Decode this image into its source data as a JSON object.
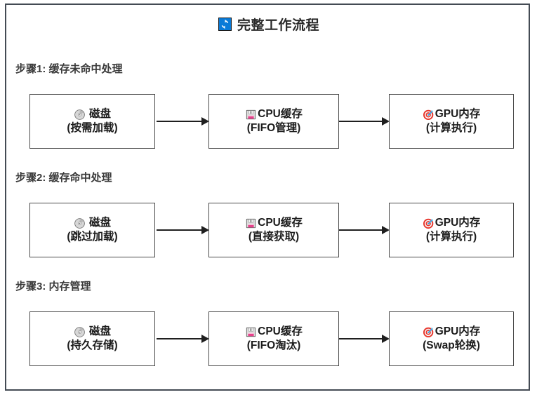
{
  "header": {
    "icon": "sync-icon",
    "title": "完整工作流程"
  },
  "steps": [
    {
      "heading": "步骤1: 缓存未命中处理",
      "nodes": [
        {
          "icon": "optical-disk-icon",
          "line1": "磁盘",
          "line2": "(按需加载)"
        },
        {
          "icon": "floppy-disk-icon",
          "line1": "CPU缓存",
          "line2": "(FIFO管理)"
        },
        {
          "icon": "target-dart-icon",
          "line1": "GPU内存",
          "line2": "(计算执行)"
        }
      ],
      "arrows": [
        "arrow-right",
        "arrow-right"
      ]
    },
    {
      "heading": "步骤2: 缓存命中处理",
      "nodes": [
        {
          "icon": "optical-disk-icon",
          "line1": "磁盘",
          "line2": "(跳过加载)"
        },
        {
          "icon": "floppy-disk-icon",
          "line1": "CPU缓存",
          "line2": "(直接获取)"
        },
        {
          "icon": "target-dart-icon",
          "line1": "GPU内存",
          "line2": "(计算执行)"
        }
      ],
      "arrows": [
        "arrow-right",
        "arrow-right"
      ]
    },
    {
      "heading": "步骤3: 内存管理",
      "nodes": [
        {
          "icon": "optical-disk-icon",
          "line1": "磁盘",
          "line2": "(持久存储)"
        },
        {
          "icon": "floppy-disk-icon",
          "line1": "CPU缓存",
          "line2": "(FIFO淘汰)"
        },
        {
          "icon": "target-dart-icon",
          "line1": "GPU内存",
          "line2": "(Swap轮换)"
        }
      ],
      "arrows": [
        "arrow-right",
        "arrow-right"
      ]
    }
  ],
  "colors": {
    "frame_border": "#444b54",
    "node_border": "#4a4a4a",
    "sync_icon_blue": "#0a7bd8",
    "arrow": "#1f1f1f",
    "text": "#1c1c1c",
    "heading_text": "#3a3a3a",
    "background": "#ffffff"
  }
}
